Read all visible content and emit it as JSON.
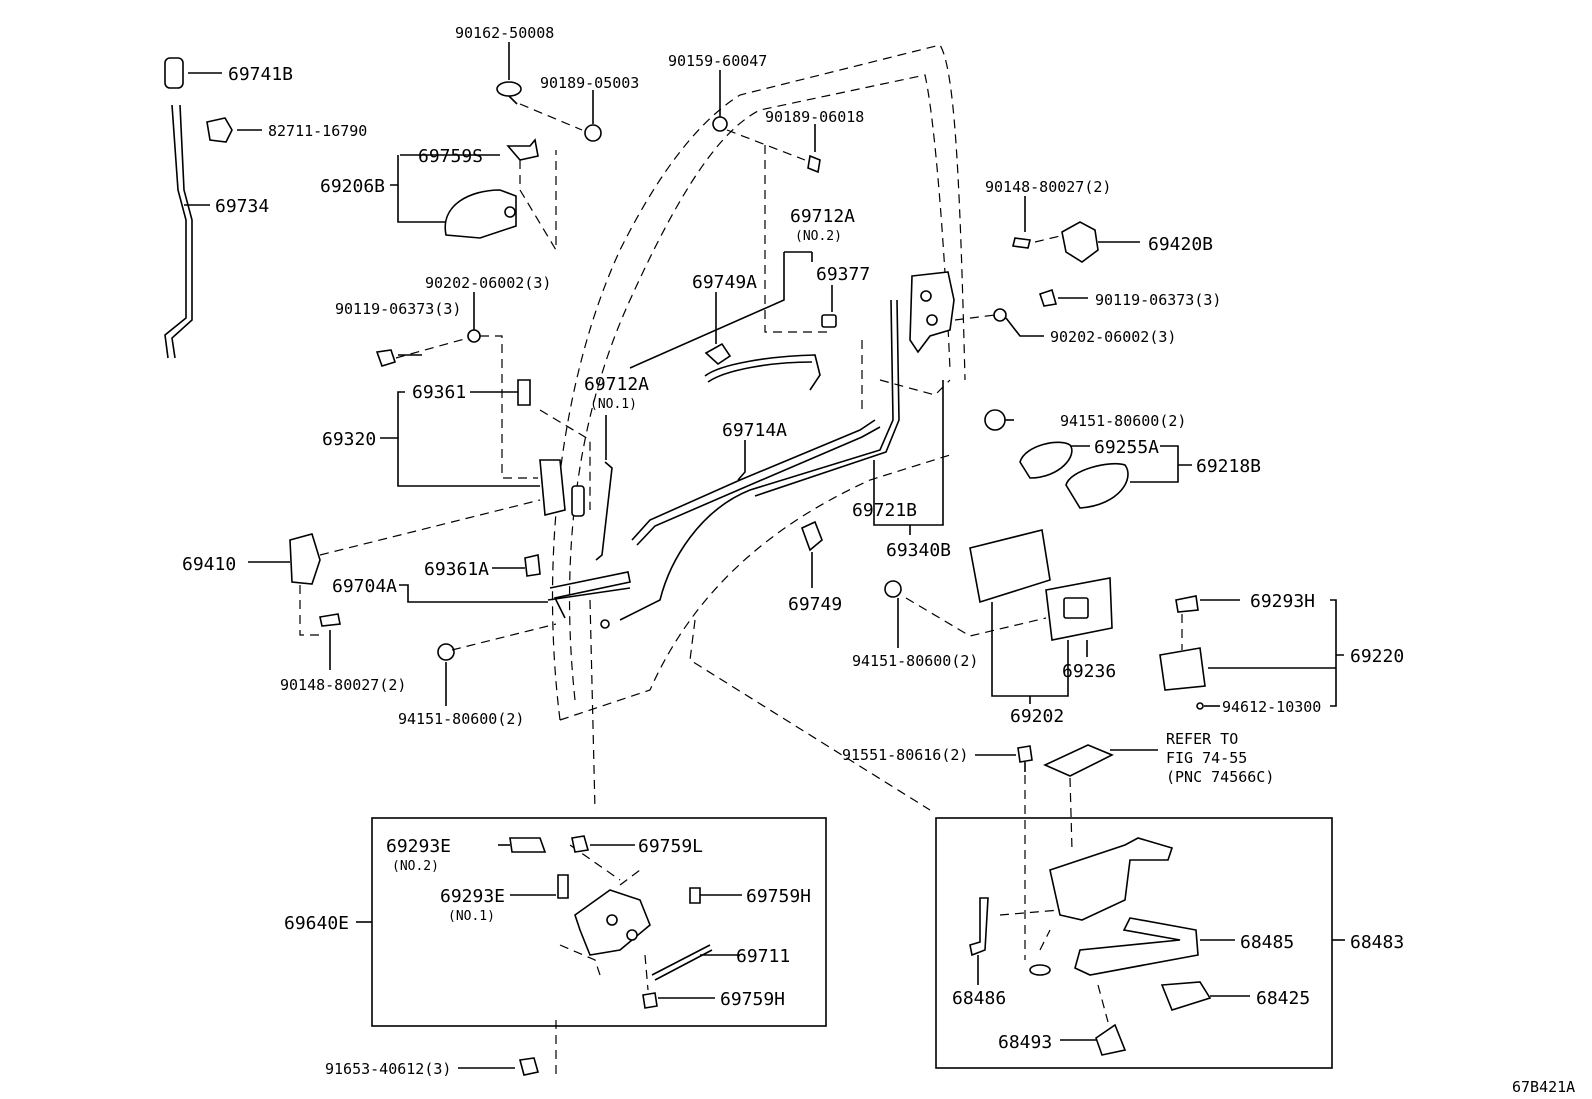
{
  "diagram_id": "67B421A",
  "note": [
    "REFER TO",
    "FIG 74-55",
    "(PNC 74566C)"
  ],
  "labels": {
    "p69741B": "69741B",
    "p82711": "82711-16790",
    "p69734": "69734",
    "p90162": "90162-50008",
    "p90189a": "90189-05003",
    "p69759S": "69759S",
    "p69206B": "69206B",
    "p90159": "90159-60047",
    "p90189b": "90189-06018",
    "p90148a": "90148-80027(2)",
    "p69420B": "69420B",
    "p69712A2": "69712A",
    "p69712A2sub": "(NO.2)",
    "p69377": "69377",
    "p69749A": "69749A",
    "p90202a": "90202-06002(3)",
    "p90119a": "90119-06373(3)",
    "p90119b": "90119-06373(3)",
    "p90202b": "90202-06002(3)",
    "p69361": "69361",
    "p69712A1": "69712A",
    "p69712A1sub": "(NO.1)",
    "p69320": "69320",
    "p69714A": "69714A",
    "p94151a": "94151-80600(2)",
    "p69255A": "69255A",
    "p69218B": "69218B",
    "p69721B": "69721B",
    "p69340B": "69340B",
    "p69410": "69410",
    "p69704A": "69704A",
    "p69361A": "69361A",
    "p69749": "69749",
    "p69293H": "69293H",
    "p69220": "69220",
    "p94151b": "94151-80600(2)",
    "p69236": "69236",
    "p69202": "69202",
    "p94612": "94612-10300",
    "p90148b": "90148-80027(2)",
    "p94151c": "94151-80600(2)",
    "p91551": "91551-80616(2)",
    "p69293E2": "69293E",
    "p69293E2sub": "(NO.2)",
    "p69759L": "69759L",
    "p69293E1": "69293E",
    "p69293E1sub": "(NO.1)",
    "p69759H1": "69759H",
    "p69640E": "69640E",
    "p69711": "69711",
    "p69759H2": "69759H",
    "p91653": "91653-40612(3)",
    "p68485": "68485",
    "p68483": "68483",
    "p68486": "68486",
    "p68425": "68425",
    "p68493": "68493"
  }
}
